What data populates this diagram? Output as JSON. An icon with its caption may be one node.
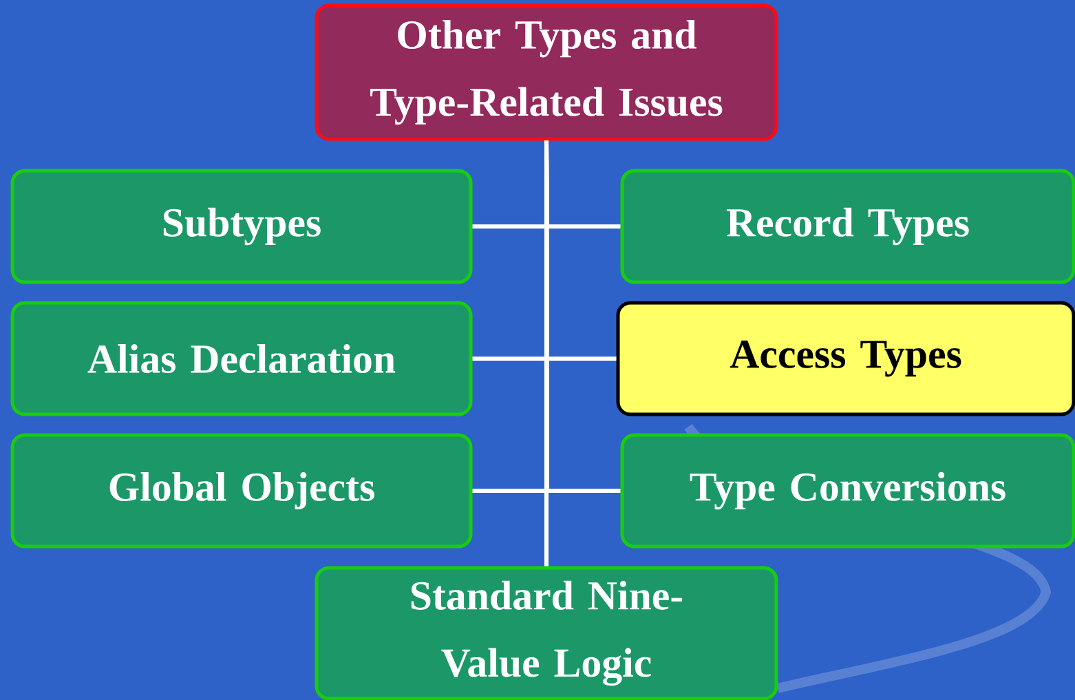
{
  "diagram": {
    "nodes": [
      {
        "text": [
          "Other Types and Type-Related Issues"
        ]
      },
      {
        "text": [
          "Subtypes"
        ]
      },
      {
        "text": [
          "Record Types"
        ]
      },
      {
        "text": [
          "Alias Declaration"
        ]
      },
      {
        "text": [
          "Access Types"
        ]
      },
      {
        "text": [
          "Global Objects"
        ]
      },
      {
        "text": [
          "Type Conversions"
        ]
      },
      {
        "text": [
          "Standard Nine-Value Logic"
        ]
      }
    ],
    "edges": [
      {
        "from": 0,
        "to": 1,
        "arrow": "none"
      },
      {
        "from": 0,
        "to": 2,
        "arrow": "none"
      },
      {
        "from": 0,
        "to": 3,
        "arrow": "none"
      },
      {
        "from": 0,
        "to": 4,
        "arrow": "none"
      },
      {
        "from": 0,
        "to": 5,
        "arrow": "none"
      },
      {
        "from": 0,
        "to": 6,
        "arrow": "none"
      },
      {
        "from": 0,
        "to": 7,
        "arrow": "none"
      }
    ]
  }
}
